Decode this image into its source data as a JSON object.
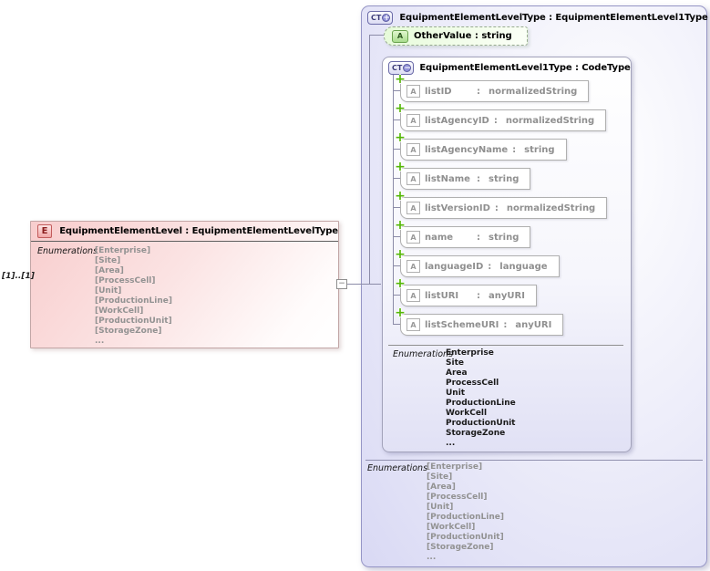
{
  "colors": {
    "element_fill": "#f8cdcd",
    "element_border": "#c2a6a6",
    "attribute_green_fill": "#e6fbd9",
    "complex_type_fill": "#d9d9f4",
    "panel_border": "#9595c5",
    "row_border": "#b0b0b0",
    "muted_text": "#8f8f8f",
    "plus_icon_green": "#54b607"
  },
  "connector": {
    "cardinality": "[1]..[1]",
    "collapse_glyph": "−"
  },
  "element_box": {
    "badge": "E",
    "title": "EquipmentElementLevel : EquipmentElementLevelType",
    "enumerations_label": "Enumerations",
    "values": [
      "[Enterprise]",
      "[Site]",
      "[Area]",
      "[ProcessCell]",
      "[Unit]",
      "[ProductionLine]",
      "[WorkCell]",
      "[ProductionUnit]",
      "[StorageZone]",
      "..."
    ]
  },
  "panel": {
    "badge": "CT",
    "toggle": "+",
    "title": "EquipmentElementLevelType : EquipmentElementLevel1Type",
    "other_value": {
      "badge": "A",
      "label": "OtherValue : string"
    },
    "code_type": {
      "badge": "CT",
      "toggle": "−",
      "title": "EquipmentElementLevel1Type : CodeType",
      "attr_badge": "A",
      "add_glyph": "+",
      "colon": ":",
      "attributes": [
        {
          "name": "listID",
          "type": "normalizedString"
        },
        {
          "name": "listAgencyID",
          "type": "normalizedString"
        },
        {
          "name": "listAgencyName",
          "type": "string"
        },
        {
          "name": "listName",
          "type": "string"
        },
        {
          "name": "listVersionID",
          "type": "normalizedString"
        },
        {
          "name": "name",
          "type": "string"
        },
        {
          "name": "languageID",
          "type": "language"
        },
        {
          "name": "listURI",
          "type": "anyURI"
        },
        {
          "name": "listSchemeURI",
          "type": "anyURI"
        }
      ],
      "enumerations_label": "Enumerations",
      "values": [
        "Enterprise",
        "Site",
        "Area",
        "ProcessCell",
        "Unit",
        "ProductionLine",
        "WorkCell",
        "ProductionUnit",
        "StorageZone",
        "..."
      ]
    },
    "enumerations_label": "Enumerations",
    "values": [
      "[Enterprise]",
      "[Site]",
      "[Area]",
      "[ProcessCell]",
      "[Unit]",
      "[ProductionLine]",
      "[WorkCell]",
      "[ProductionUnit]",
      "[StorageZone]",
      "..."
    ]
  }
}
